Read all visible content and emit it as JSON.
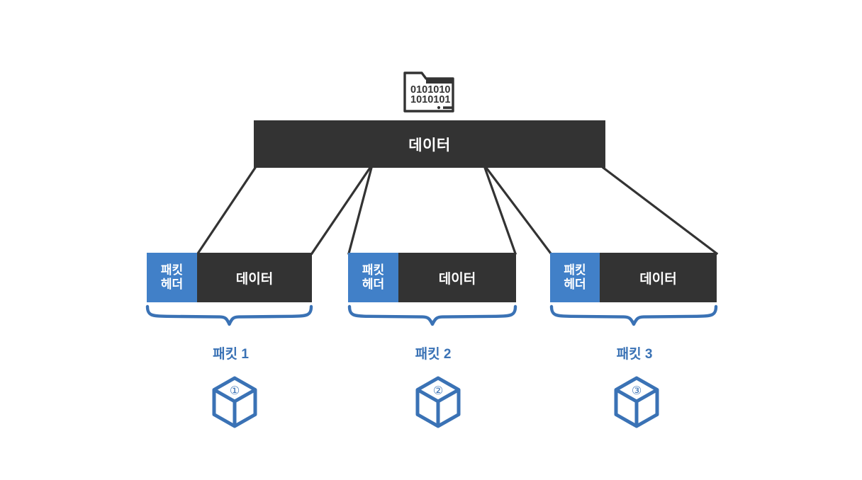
{
  "diagram": {
    "title": "Packet segmentation diagram",
    "colors": {
      "accent_blue": "#4180c8",
      "label_blue": "#3a72b5",
      "dark_gray": "#333333",
      "background": "#ffffff"
    },
    "source_icon": {
      "name": "binary-data-folder-icon",
      "binary_line_1": "0101010",
      "binary_line_2": "1010101"
    },
    "data_bar": {
      "label": "데이터"
    },
    "packets": [
      {
        "header_line_1": "패킷",
        "header_line_2": "헤더",
        "payload_label": "데이터",
        "caption": "패킷 1",
        "cube_number": "①"
      },
      {
        "header_line_1": "패킷",
        "header_line_2": "헤더",
        "payload_label": "데이터",
        "caption": "패킷 2",
        "cube_number": "②"
      },
      {
        "header_line_1": "패킷",
        "header_line_2": "헤더",
        "payload_label": "데이터",
        "caption": "패킷 3",
        "cube_number": "③"
      }
    ]
  }
}
